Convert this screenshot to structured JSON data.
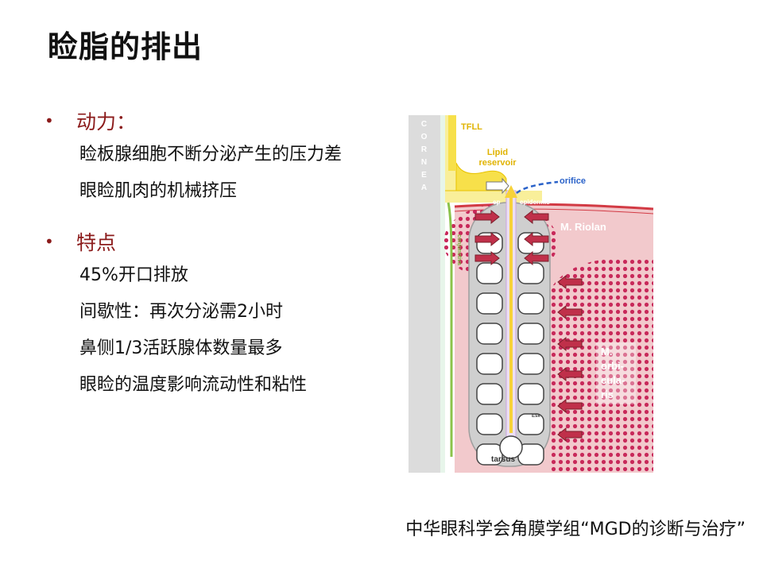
{
  "slide": {
    "title": "睑脂的排出"
  },
  "bullets": [
    {
      "heading": "动力：",
      "items": [
        "睑板腺细胞不断分泌产生的压力差",
        "眼睑肌肉的机械挤压"
      ]
    },
    {
      "heading": "特点",
      "items": [
        "45%开口排放",
        "间歇性：再次分泌需2小时",
        "鼻侧1/3活跃腺体数量最多",
        "眼睑的温度影响流动性和粘性"
      ]
    }
  ],
  "bullet_symbol": "•",
  "citation": "中华眼科学会角膜学组“MGD的诊断与治疗”",
  "diagram": {
    "labels": {
      "cornea": "CORNEA",
      "tfll": "TFLL",
      "lipid_reservoir_1": "Lipid",
      "lipid_reservoir_2": "reservoir",
      "orifice": "orifice",
      "ep": "ep",
      "epidermis": "epidermis",
      "m_riolan": "M. Riolan",
      "m_orb_1": "M.",
      "m_orb_2": "orbi-",
      "m_orb_3": "cula-",
      "m_orb_4": "ris",
      "tarsus": "tarsus",
      "esk": "Esk",
      "conjunctiva": "conjunctiva"
    },
    "colors": {
      "heading_red": "#8b1a1a",
      "lipid_yellow": "#f7e04a",
      "muscle_pink": "#f2c9cc",
      "dot_red": "#c8295a",
      "arrow_red": "#c0304a",
      "tarsus_gray": "#cfcfcf",
      "orifice_blue": "#2a62c9",
      "conjunctiva_green": "#8bc34a"
    }
  }
}
